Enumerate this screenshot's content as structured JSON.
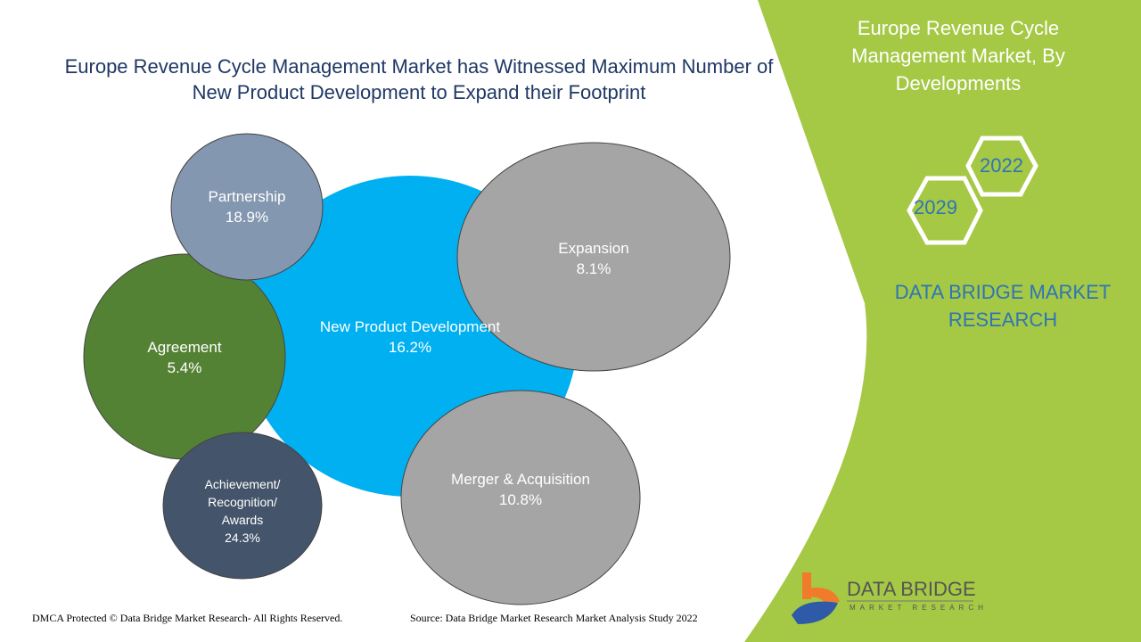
{
  "chart_data": {
    "type": "bubble",
    "title": "Europe Revenue Cycle Management Market has Witnessed Maximum Number of New Product Development to Expand their Footprint",
    "bubbles": [
      {
        "label": "New Product Development",
        "value": 16.2,
        "value_label": "16.2%",
        "color": "#00b0f0"
      },
      {
        "label": "Agreement",
        "value": 5.4,
        "value_label": "5.4%",
        "color": "#548235"
      },
      {
        "label": "Partnership",
        "value": 18.9,
        "value_label": "18.9%",
        "color": "#8497b0"
      },
      {
        "label": "Achievement/ Recognition/ Awards",
        "value": 24.3,
        "value_label": "24.3%",
        "color": "#44546a"
      },
      {
        "label": "Expansion",
        "value": 8.1,
        "value_label": "8.1%",
        "color": "#a5a5a5"
      },
      {
        "label": "Merger & Acquisition",
        "value": 10.8,
        "value_label": "10.8%",
        "color": "#a5a5a5"
      }
    ]
  },
  "side": {
    "title": "Europe Revenue Cycle Management Market, By Developments",
    "year1": "2029",
    "year2": "2022",
    "brand": "DATA BRIDGE MARKET RESEARCH"
  },
  "logo": {
    "name": "DATA BRIDGE",
    "sub": "MARKET RESEARCH"
  },
  "footer": {
    "left": "DMCA Protected © Data Bridge Market Research- All Rights Reserved.",
    "right": "Source: Data Bridge Market Research Market Analysis Study 2022"
  },
  "colors": {
    "panel": "#a5c845"
  }
}
